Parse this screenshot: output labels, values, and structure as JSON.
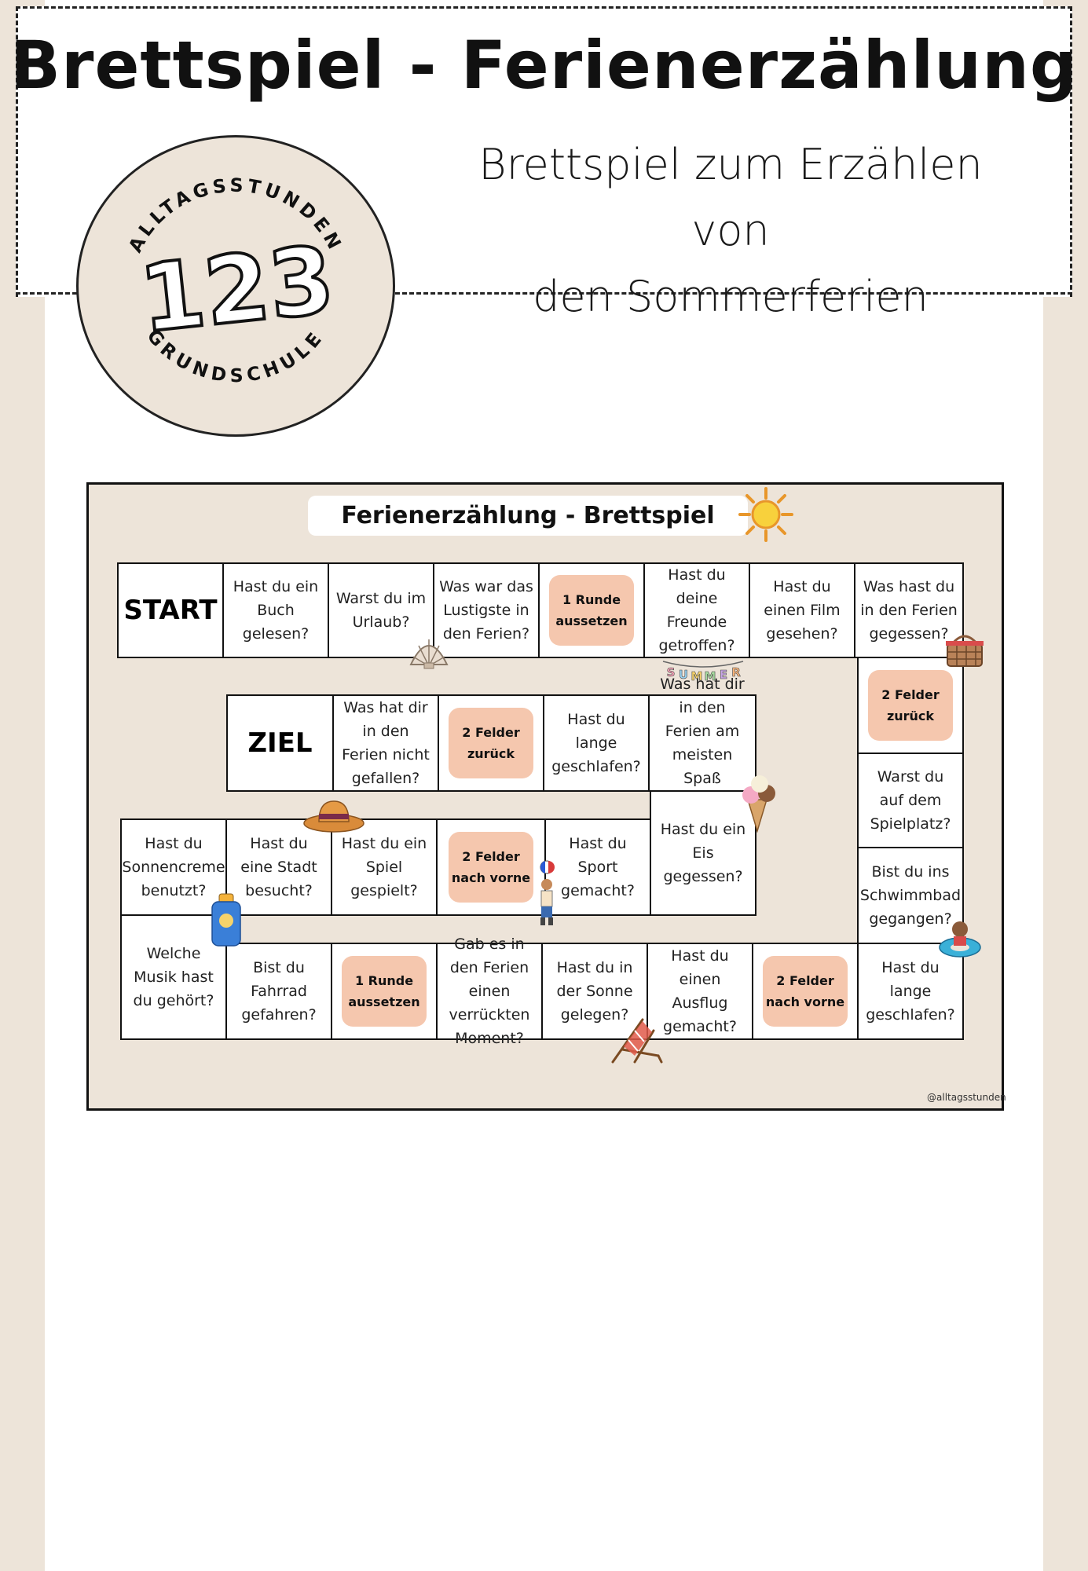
{
  "header": {
    "title": "Brettspiel - Ferienerzählung",
    "subtitle_line1": "Brettspiel zum Erzählen von",
    "subtitle_line2": "den Sommerferien"
  },
  "logo": {
    "top_text": "ALLTAGSSTUNDEN",
    "bottom_text": "GRUNDSCHULE",
    "number": "123"
  },
  "board": {
    "title": "Ferienerzählung - Brettspiel",
    "credit": "@alltagsstunden",
    "row1": [
      "START",
      "Hast du ein Buch gelesen?",
      "Warst du im Urlaub?",
      "Was war das Lustigste in den Ferien?",
      "1 Runde aussetzen",
      "Hast du deine Freunde getroffen?",
      "Hast du einen Film gesehen?",
      "Was hast du in den Ferien gegessen?"
    ],
    "right_column": [
      "2 Felder zurück",
      "Warst du auf dem Spielplatz?",
      "Bist du ins Schwimmbad gegangen?"
    ],
    "row2": [
      "ZIEL",
      "Was hat dir in den Ferien nicht gefallen?",
      "2 Felder zurück",
      "Hast du lange geschlafen?",
      "Was hat dir in den Ferien am meisten Spaß gemacht?"
    ],
    "row3": [
      "Hast du Sonnencreme benutzt?",
      "Hast du eine Stadt besucht?",
      "Hast du ein Spiel gespielt?",
      "2 Felder nach vorne",
      "Hast du Sport gemacht?",
      "Hast du ein Eis gegessen?"
    ],
    "row4": [
      "Welche Musik hast du gehört?",
      "Bist du Fahrrad gefahren?",
      "1 Runde aussetzen",
      "Gab es in den Ferien einen verrückten Moment?",
      "Hast du in der Sonne gelegen?",
      "Hast du einen Ausflug gemacht?",
      "2 Felder nach vorne",
      "Hast du lange geschlafen?"
    ],
    "summer_banner": "SUMMER"
  },
  "colors": {
    "background": "#ede4d9",
    "special_field": "#f5c7ae"
  },
  "icons": [
    "sun-icon",
    "shell-icon",
    "basket-icon",
    "summer-banner-icon",
    "ice-cream-icon",
    "hat-icon",
    "sunscreen-icon",
    "kid-flag-icon",
    "swim-ring-kid-icon",
    "beach-chair-icon"
  ]
}
